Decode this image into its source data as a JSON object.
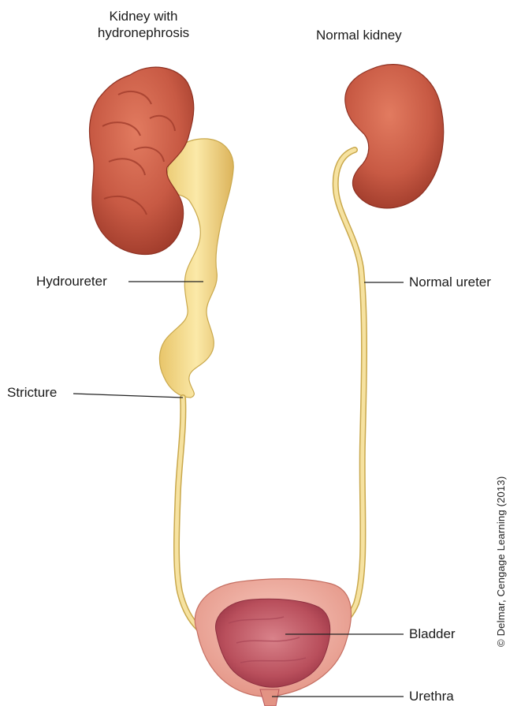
{
  "labels": {
    "kidney_hydronephrosis_line1": "Kidney with",
    "kidney_hydronephrosis_line2": "hydronephrosis",
    "normal_kidney": "Normal kidney",
    "hydroureter": "Hydroureter",
    "normal_ureter": "Normal ureter",
    "stricture": "Stricture",
    "bladder": "Bladder",
    "urethra": "Urethra"
  },
  "credit": "© Delmar, Cengage Learning (2013)",
  "colors": {
    "kidney": "#c85a44",
    "kidney_shadow": "#9e3a2a",
    "kidney_highlight": "#e07a5e",
    "ureter": "#f2d98a",
    "ureter_outline": "#c9a84c",
    "bladder_outer": "#f0b3a8",
    "bladder_inner": "#c9606a",
    "leader_line": "#222222"
  }
}
